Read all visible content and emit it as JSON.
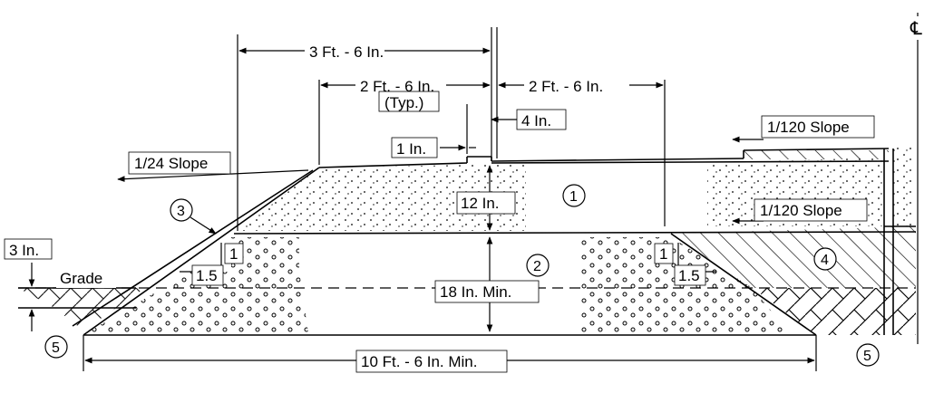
{
  "dimensions": {
    "d1": "3 Ft. - 6 In.",
    "d2": "2 Ft. - 6 In.",
    "d2_note": "(Typ.)",
    "d3": "2 Ft. - 6 In.",
    "d4": "4 In.",
    "d5": "1 In.",
    "d6": "12 In.",
    "d7": "18 In. Min.",
    "d8": "10 Ft. - 6 In. Min.",
    "d9": "3 In."
  },
  "slopes": {
    "left": "1/24 Slope",
    "top_right": "1/120 Slope",
    "mid_right": "1/120 Slope",
    "ratio_left_v": "1",
    "ratio_left_h": "1.5",
    "ratio_right_v": "1",
    "ratio_right_h": "1.5"
  },
  "labels": {
    "grade": "Grade",
    "centerline": "℄"
  },
  "callouts": {
    "c1": "1",
    "c2": "2",
    "c3": "3",
    "c4": "4",
    "c5_left": "5",
    "c5_right": "5"
  }
}
